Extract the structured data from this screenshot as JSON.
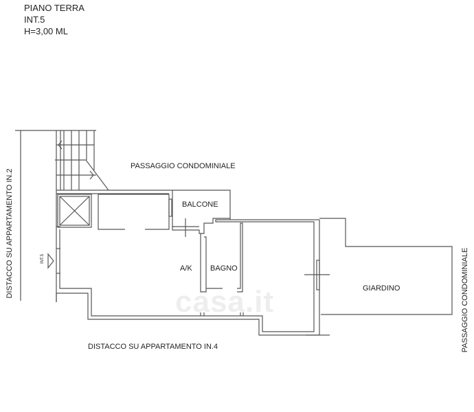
{
  "header": {
    "floor": "PIANO TERRA",
    "unit": "INT.5",
    "height": "H=3,00 ML"
  },
  "labels": {
    "passage_top": "PASSAGGIO CONDOMINIALE",
    "balcony": "BALCONE",
    "kitchen": "A/K",
    "bathroom": "BAGNO",
    "garden": "GIARDINO",
    "left_side": "DISTACCO SU APPARTAMENTO IN.2",
    "bottom_side": "DISTACCO SU APPARTAMENTO IN.4",
    "right_side": "PASSAGGIO CONDOMINIALE",
    "entrance": "INT.5"
  },
  "watermark": "casa.it"
}
